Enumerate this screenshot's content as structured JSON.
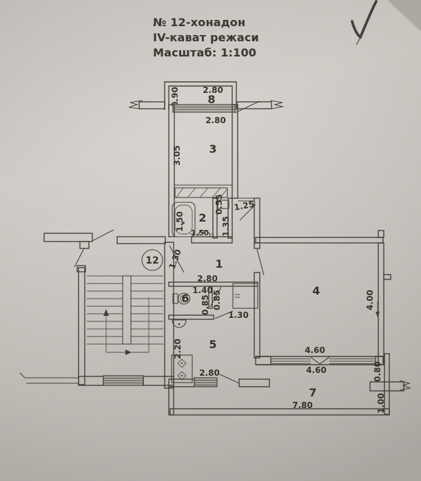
{
  "title": {
    "line1": "№ 12-хонадон",
    "line2": "IV-кават режаси",
    "line3": "Масштаб: 1:100"
  },
  "plan": {
    "apartment_number": "12",
    "room_labels": {
      "hall": "1",
      "bathroom": "2",
      "bedroom": "3",
      "living_room": "4",
      "kitchen": "5",
      "toilet": "6",
      "loggia": "7",
      "balcony": "8"
    },
    "dimensions": {
      "balcony_width": "2.80",
      "balcony_depth": "0.90",
      "bedroom_window": "2.80",
      "bedroom_length": "3.05",
      "bath_length": "1.50",
      "bath_inner": "1.50",
      "niche_a": "0.55",
      "niche_b": "1.35",
      "bedroom_door": "1.25",
      "entry_door": "1.30",
      "hall_width": "2.80",
      "toilet_width": "1.40",
      "toilet_door": "0.85",
      "hall_door": "0.85",
      "closet_door": "1.30",
      "kitchen_depth": "2.20",
      "kitchen_window": "2.80",
      "living_width_top": "4.60",
      "living_width_bottom": "4.60",
      "living_depth": "4.00",
      "loggia_end_top": "0.80",
      "loggia_end_bottom": "1.00",
      "loggia_length": "7.80"
    },
    "marks": {
      "checkmark": "✓"
    }
  }
}
